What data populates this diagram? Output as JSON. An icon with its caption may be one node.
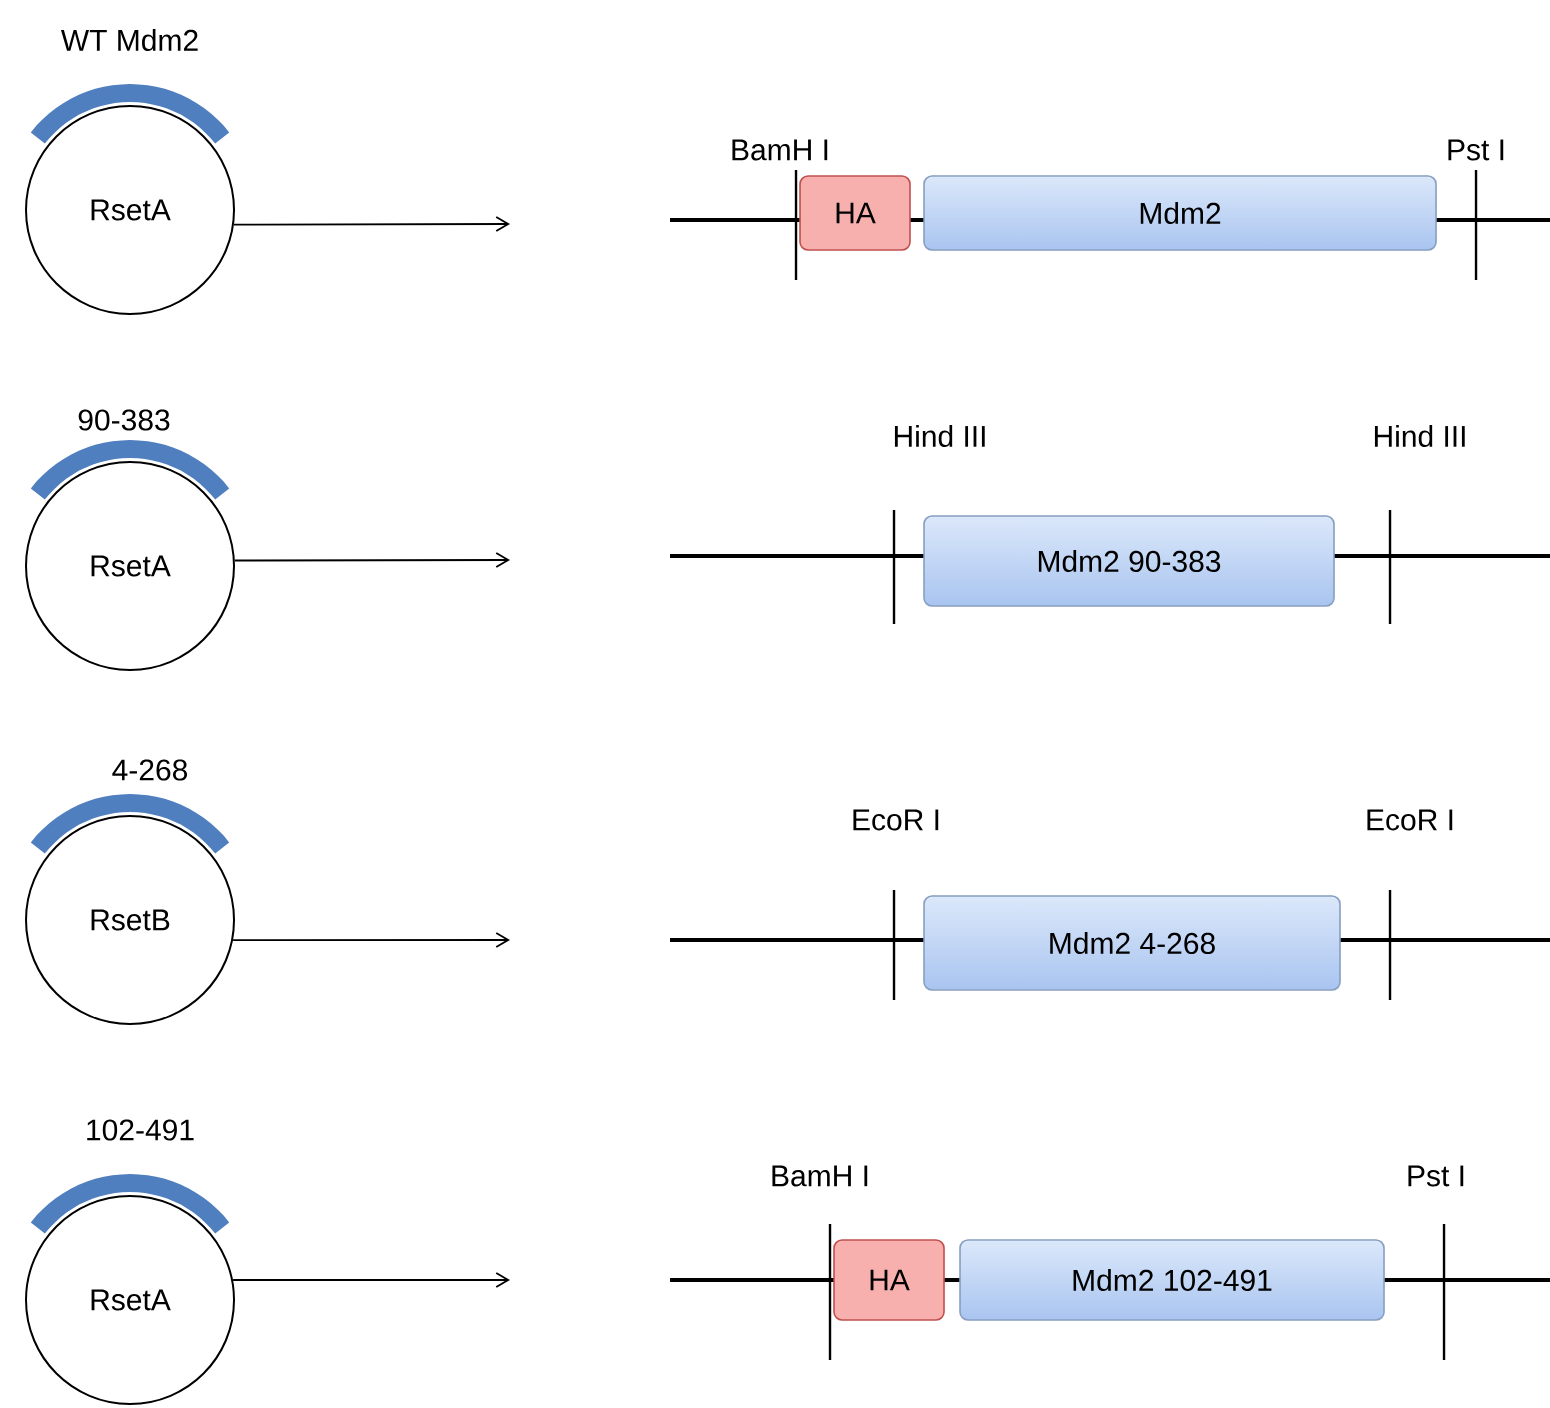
{
  "diagram": {
    "nodes": [
      {
        "text": [
          "RsetA"
        ],
        "beside": [
          "WT Mdm2"
        ]
      },
      {
        "text": [
          "HA"
        ]
      },
      {
        "text": [
          "Mdm2"
        ]
      },
      {
        "text": [
          "RsetA"
        ],
        "beside": [
          "90-383"
        ]
      },
      {
        "text": [
          "Mdm2 90-383"
        ]
      },
      {
        "text": [
          "RsetB"
        ],
        "beside": [
          "4-268"
        ]
      },
      {
        "text": [
          "Mdm2 4-268"
        ]
      },
      {
        "text": [
          "RsetA"
        ],
        "beside": [
          "102-491"
        ]
      },
      {
        "text": [
          "HA"
        ]
      },
      {
        "text": [
          "Mdm2 102-491"
        ]
      }
    ],
    "edges": [
      {
        "from": 0,
        "to": null,
        "arrow": "to"
      },
      {
        "from": 3,
        "to": null,
        "arrow": "to"
      },
      {
        "from": 5,
        "to": null,
        "arrow": "to"
      },
      {
        "from": 7,
        "to": null,
        "arrow": "to"
      }
    ],
    "labels": [
      "BamH I",
      "Pst I",
      "Hind III",
      "Hind III",
      "EcoR I",
      "EcoR I",
      "BamH I",
      "Pst I"
    ]
  }
}
